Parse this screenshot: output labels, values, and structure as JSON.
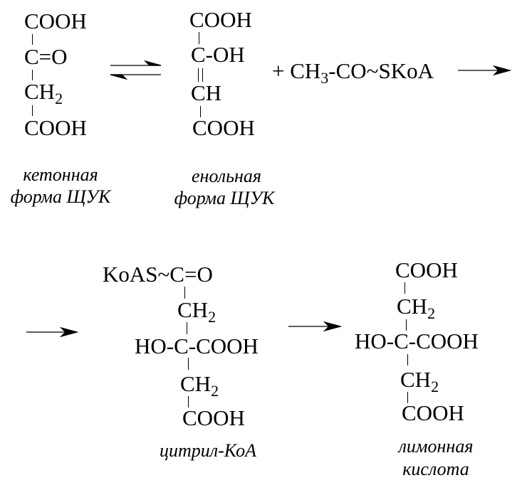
{
  "ketone": {
    "c1": "COOH",
    "c2": "C=O",
    "c3": "CH",
    "c3_sub": "2",
    "c4": "COOH",
    "label1": "кетонная",
    "label2": "форма ЩУК"
  },
  "enol": {
    "c1": "COOH",
    "c2": "C-OH",
    "c3": "CH",
    "c4": "COOH",
    "label1": "енольная",
    "label2": "форма ЩУК"
  },
  "acetyl": {
    "pre": "+ CH",
    "sub": "3",
    "post": "-CO~SKoA"
  },
  "citryl": {
    "c1": "KoAS~C=O",
    "c2": "CH",
    "c2_sub": "2",
    "c3": "HO-C-COOH",
    "c4": "CH",
    "c4_sub": "2",
    "c5": "COOH",
    "label": "цитрил-КоА"
  },
  "citrate": {
    "c1": "COOH",
    "c2": "CH",
    "c2_sub": "2",
    "c3": "HO-C-COOH",
    "c4": "CH",
    "c4_sub": "2",
    "c5": "COOH",
    "label1": "лимонная",
    "label2": "кислота"
  }
}
